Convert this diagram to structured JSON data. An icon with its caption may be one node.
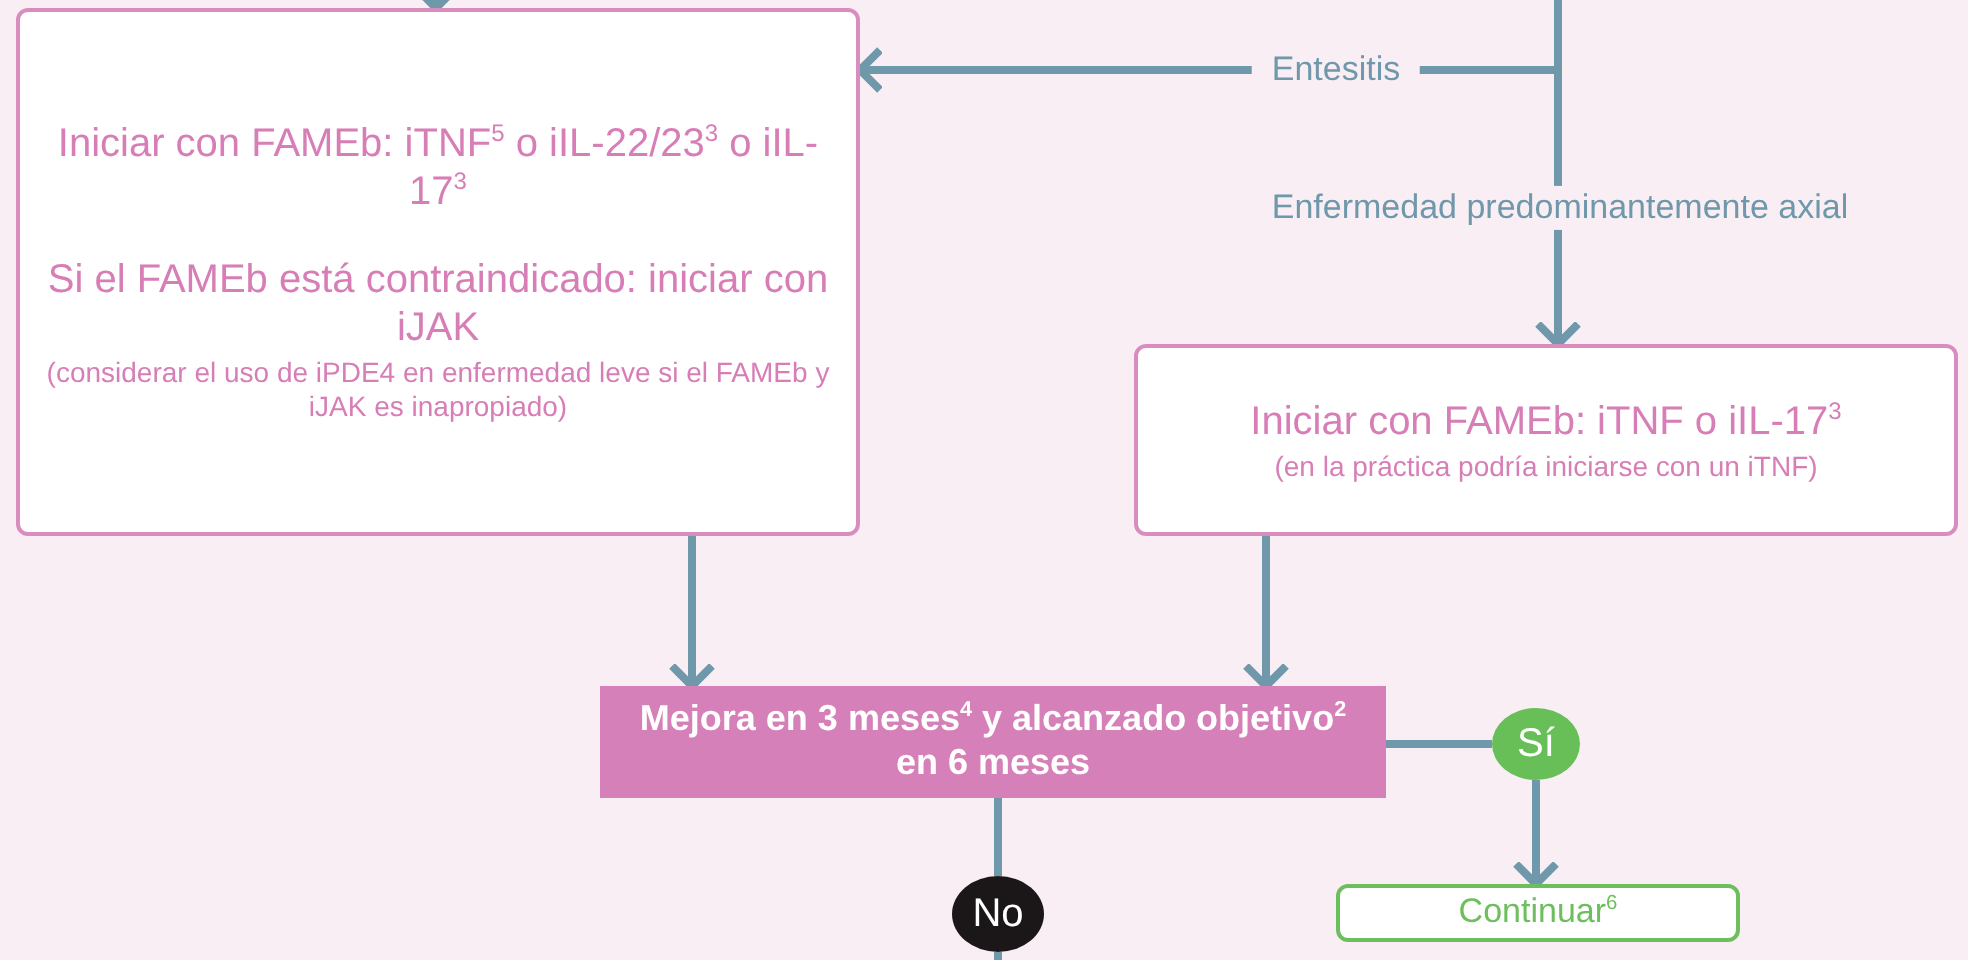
{
  "diagram": {
    "nodes": [
      {
        "text": [
          "Iniciar con FAMEb: iTNF$^{5}$ o iIL-22/23$^{3}$ o iIL-17$^{3}$",
          "Si el FAMEb está contraindicado: iniciar con iJAK",
          "(considerar el uso de iPDE4 en enfermedad leve si el FAMEb y iJAK es inapropiado)"
        ]
      },
      {
        "text": [
          "Iniciar con FAMEb: iTNF o iIL-17$^{3}$",
          "(en la práctica podría iniciarse con un iTNF)"
        ]
      },
      {
        "text": [
          "Mejora en 3 meses$^{4}$ y alcanzado objetivo$^{2}$ en 6 meses"
        ]
      },
      {
        "text": [
          "Sí"
        ]
      },
      {
        "text": [
          "No"
        ]
      },
      {
        "text": [
          "Continuar$^{6}$"
        ]
      }
    ],
    "edges": [
      {
        "from": null,
        "to": 0,
        "arrow": "to"
      },
      {
        "from": null,
        "to": 0,
        "arrow": "to",
        "label": "Entesitis"
      },
      {
        "from": null,
        "to": 1,
        "arrow": "to",
        "label": "Enfermedad predominantemente axial"
      },
      {
        "from": 0,
        "to": 2,
        "arrow": "to"
      },
      {
        "from": 1,
        "to": 2,
        "arrow": "to"
      },
      {
        "from": 2,
        "to": 3,
        "arrow": "none"
      },
      {
        "from": 3,
        "to": 5,
        "arrow": "to"
      },
      {
        "from": 2,
        "to": 4,
        "arrow": "none"
      },
      {
        "from": 4,
        "to": null,
        "arrow": "none"
      }
    ]
  }
}
